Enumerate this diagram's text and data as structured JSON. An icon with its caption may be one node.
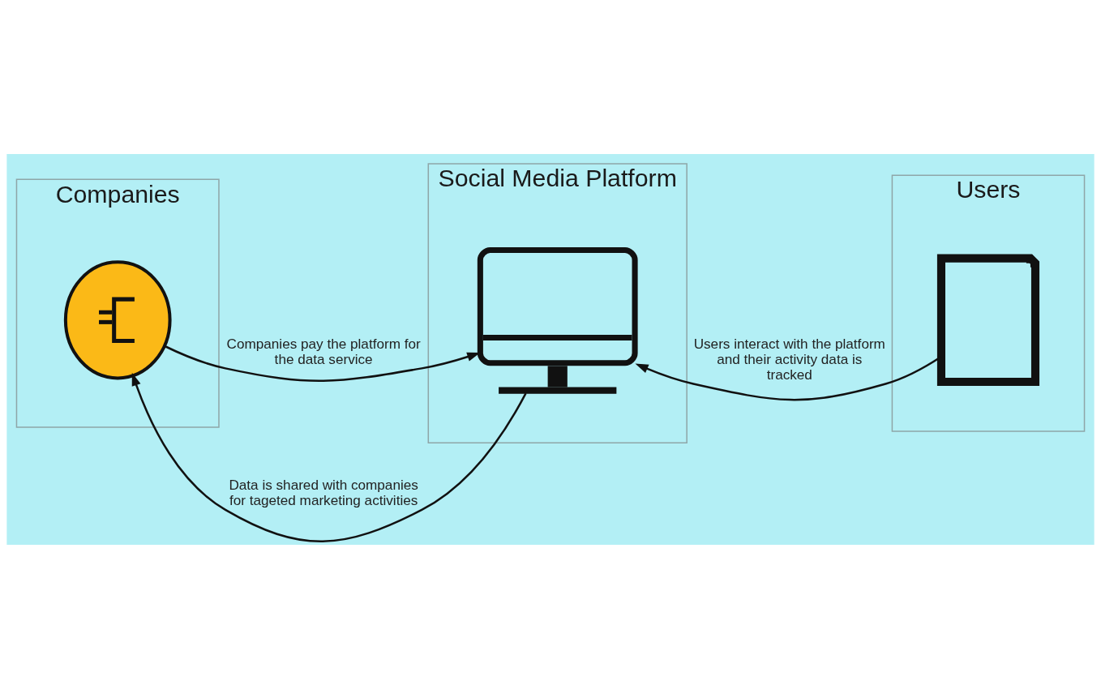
{
  "diagram": {
    "nodes": [
      {
        "text": [
          "Companies"
        ]
      },
      {
        "text": [],
        "shape": "picture",
        "in": 0
      },
      {
        "text": [
          "Social Media Platform"
        ]
      },
      {
        "text": [],
        "shape": "picture",
        "in": 2
      },
      {
        "text": [
          "Users"
        ]
      },
      {
        "text": [],
        "shape": "picture",
        "in": 4
      }
    ],
    "edges": [
      {
        "from": 3,
        "to": 1,
        "arrow": "to",
        "label": "Data is shared with companies for tageted marketing activities"
      },
      {
        "from": 5,
        "to": 3,
        "arrow": "to",
        "label": "Users interact with the platform and their activity data is tracked"
      },
      {
        "from": 1,
        "to": 3,
        "arrow": "to",
        "label": "Companies pay the platform for the data service"
      }
    ]
  }
}
